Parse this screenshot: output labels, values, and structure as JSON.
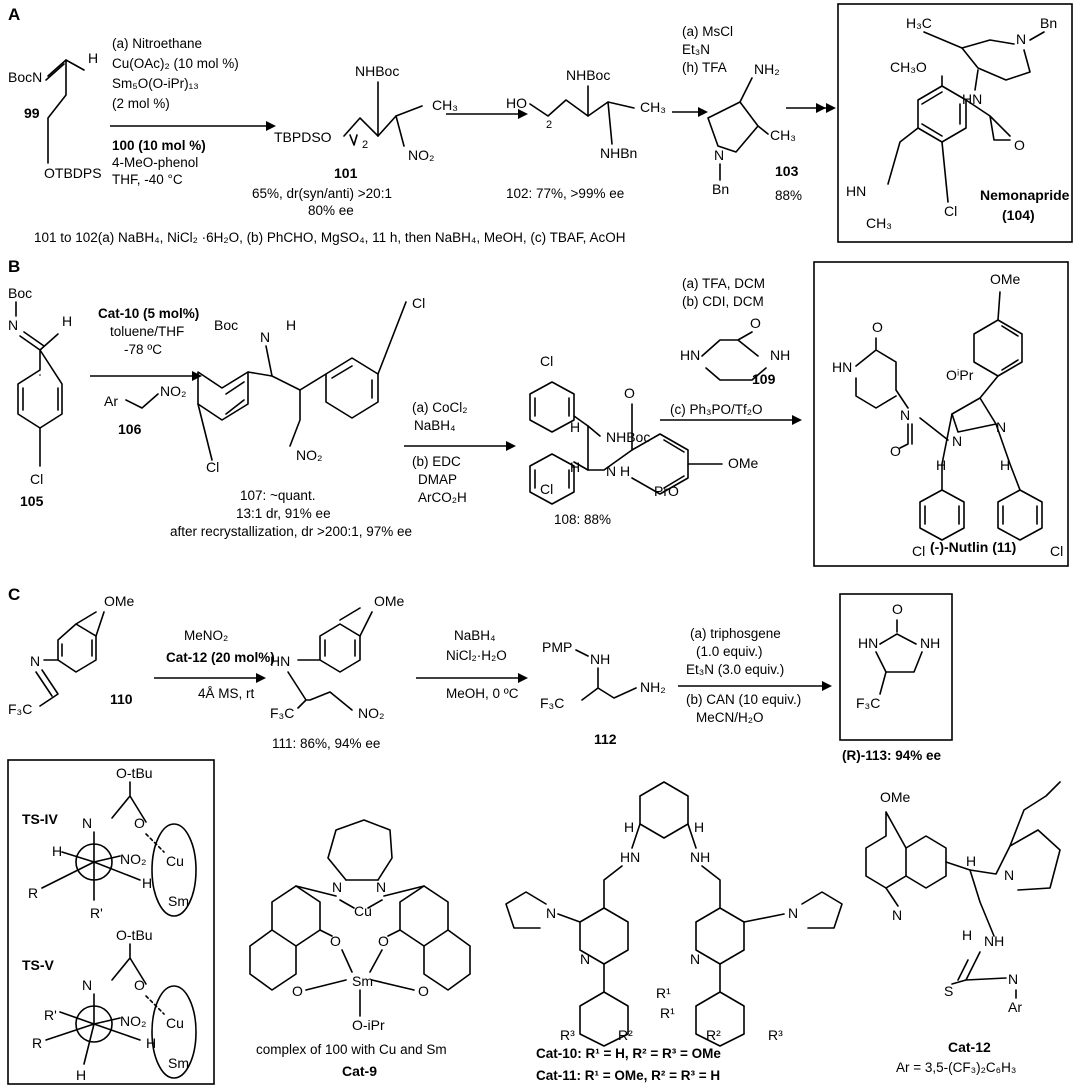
{
  "sections": {
    "A": "A",
    "B": "B",
    "C": "C"
  },
  "panelA": {
    "c99_label": "99",
    "c99_boc": "BocN",
    "c99_h": "H",
    "c99_otbdps": "OTBDPS",
    "step1_conditions": [
      "(a) Nitroethane",
      "Cu(OAc)₂ (10 mol %)",
      "Sm₅O(O-iPr)₁₃",
      "(2 mol %)",
      "100 (10 mol %)",
      "4-MeO-phenol",
      "THF, -40 °C"
    ],
    "step1_result": [
      "65%, dr(syn/anti) >20:1",
      "80% ee"
    ],
    "c101_label": "101",
    "c101_tbdpso": "TBPDSO",
    "c101_nhboc": "NHBoc",
    "c101_ch3": "CH₃",
    "c101_no2": "NO₂",
    "c101_sub": "2",
    "c102_ho": "HO",
    "c102_nhboc": "NHBoc",
    "c102_ch3": "CH₃",
    "c102_nhbn": "NHBn",
    "c102_sub": "2",
    "c102_result": "102: 77%, >99% ee",
    "step3_conditions": [
      "(a) MsCl",
      "Et₃N",
      "(h) TFA"
    ],
    "c103_nh2": "NH₂",
    "c103_ch3": "CH₃",
    "c103_n": "N",
    "c103_bn": "Bn",
    "c103_label": "103",
    "c103_yield": "88%",
    "c104_h3c": "H₃C",
    "c104_bn": "Bn",
    "c104_n": "N",
    "c104_ch3o": "CH₃O",
    "c104_hn": "HN",
    "c104_o": "O",
    "c104_hn2": "HN",
    "c104_ch3": "CH₃",
    "c104_cl": "Cl",
    "c104_name": "Nemonapride",
    "c104_label": "(104)",
    "footnote": "101 to 102(a) NaBH₄, NiCl₂ ·6H₂O, (b) PhCHO, MgSO₄, 11 h, then NaBH₄, MeOH, (c) TBAF, AcOH"
  },
  "panelB": {
    "c105_boc": "Boc",
    "c105_n": "N",
    "c105_h": "H",
    "c105_cl": "Cl",
    "c105_label": "105",
    "step1_conditions": [
      "Cat-10 (5 mol%)",
      "toluene/THF",
      "-78 ºC"
    ],
    "c106_ar": "Ar",
    "c106_no2": "NO₂",
    "c106_label": "106",
    "c107_boc": "Boc",
    "c107_n": "N",
    "c107_h": "H",
    "c107_cl1": "Cl",
    "c107_cl2": "Cl",
    "c107_no2": "NO₂",
    "c107_result": [
      "107: ~quant.",
      "13:1 dr, 91% ee",
      "after recrystallization, dr >200:1, 97% ee"
    ],
    "step2_conditions": [
      "(a) CoCl₂",
      "NaBH₄",
      "(b) EDC",
      "DMAP",
      "ArCO₂H"
    ],
    "c108_cl1": "Cl",
    "c108_cl2": "Cl",
    "c108_h1": "H",
    "c108_h2": "H",
    "c108_nhboc": "NHBoc",
    "c108_nh": "N",
    "c108_h3": "H",
    "c108_o": "O",
    "c108_pro": "PrO",
    "c108_ome": "OMe",
    "c108_result": "108: 88%",
    "step3_conditions_top": [
      "(a) TFA, DCM",
      "(b) CDI, DCM"
    ],
    "c109_o": "O",
    "c109_hn": "HN",
    "c109_nh": "NH",
    "c109_label": "109",
    "step3_conditions_bottom": "(c) Ph₃PO/Tf₂O",
    "c11_ome": "OMe",
    "c11_o": "O",
    "c11_hn": "HN",
    "c11_opr": "OⁱPr",
    "c11_n1": "N",
    "c11_n2": "N",
    "c11_n3": "N",
    "c11_o2": "O",
    "c11_h1": "H",
    "c11_h2": "H",
    "c11_cl1": "Cl",
    "c11_cl2": "Cl",
    "c11_name": "(-)-Nutlin (11)"
  },
  "panelC": {
    "c110_ome": "OMe",
    "c110_n": "N",
    "c110_f3c": "F₃C",
    "c110_label": "110",
    "step1_conditions": [
      "MeNO₂",
      "Cat-12 (20 mol%)",
      "4Å MS, rt"
    ],
    "c111_ome": "OMe",
    "c111_hn": "HN",
    "c111_f3c": "F₃C",
    "c111_no2": "NO₂",
    "c111_result": "111: 86%, 94% ee",
    "step2_conditions": [
      "NaBH₄",
      "NiCl₂·H₂O",
      "MeOH, 0 ºC"
    ],
    "c112_pmp": "PMP",
    "c112_nh": "NH",
    "c112_f3c": "F₃C",
    "c112_nh2": "NH₂",
    "c112_label": "112",
    "step3_conditions": [
      "(a) triphosgene",
      "(1.0 equiv.)",
      "Et₃N (3.0 equiv.)",
      "(b) CAN (10 equiv.)",
      "MeCN/H₂O"
    ],
    "c113_o": "O",
    "c113_hn": "HN",
    "c113_nh": "NH",
    "c113_f3c": "F₃C",
    "c113_result": "(R)-113: 94% ee"
  },
  "ts": {
    "tsiv_label": "TS-IV",
    "tsiv_otbu": "O-tBu",
    "tsiv_n": "N",
    "tsiv_o": "O",
    "tsiv_h1": "H",
    "tsiv_no2": "NO₂",
    "tsiv_cu": "Cu",
    "tsiv_h2": "H",
    "tsiv_r": "R",
    "tsiv_rp": "R'",
    "tsiv_sm": "Sm",
    "tsv_label": "TS-V",
    "tsv_otbu": "O-tBu",
    "tsv_n": "N",
    "tsv_o": "O",
    "tsv_rp": "R'",
    "tsv_no2": "NO₂",
    "tsv_cu": "Cu",
    "tsv_r": "R",
    "tsv_h1": "H",
    "tsv_h2": "H",
    "tsv_sm": "Sm"
  },
  "catalysts": {
    "cat9_n1": "N",
    "cat9_n2": "N",
    "cat9_cu": "Cu",
    "cat9_o1": "O",
    "cat9_o2": "O",
    "cat9_o3": "O",
    "cat9_o4": "O",
    "cat9_sm": "Sm",
    "cat9_oipr": "O-iPr",
    "cat9_caption": "complex of 100 with Cu and Sm",
    "cat9_label": "Cat-9",
    "cat10_h1": "H",
    "cat10_h2": "H",
    "cat10_hn1": "HN",
    "cat10_nh2": "NH",
    "cat10_n1": "N",
    "cat10_n2": "N",
    "cat10_n3": "N",
    "cat10_n4": "N",
    "cat10_r1a": "R¹",
    "cat10_r1b": "R¹",
    "cat10_r2a": "R²",
    "cat10_r2b": "R²",
    "cat10_r3a": "R³",
    "cat10_r3b": "R³",
    "cat10_caption1": "Cat-10: R¹ = H, R² = R³ = OMe",
    "cat10_caption2": "Cat-11: R¹ = OMe, R² = R³ = H",
    "cat12_ome": "OMe",
    "cat12_h": "H",
    "cat12_n1": "N",
    "cat12_n2": "N",
    "cat12_nh1": "H",
    "cat12_nh2": "NH",
    "cat12_s": "S",
    "cat12_n3": "N",
    "cat12_ar": "Ar",
    "cat12_label": "Cat-12",
    "cat12_ardef": "Ar = 3,5-(CF₃)₂C₆H₃"
  }
}
